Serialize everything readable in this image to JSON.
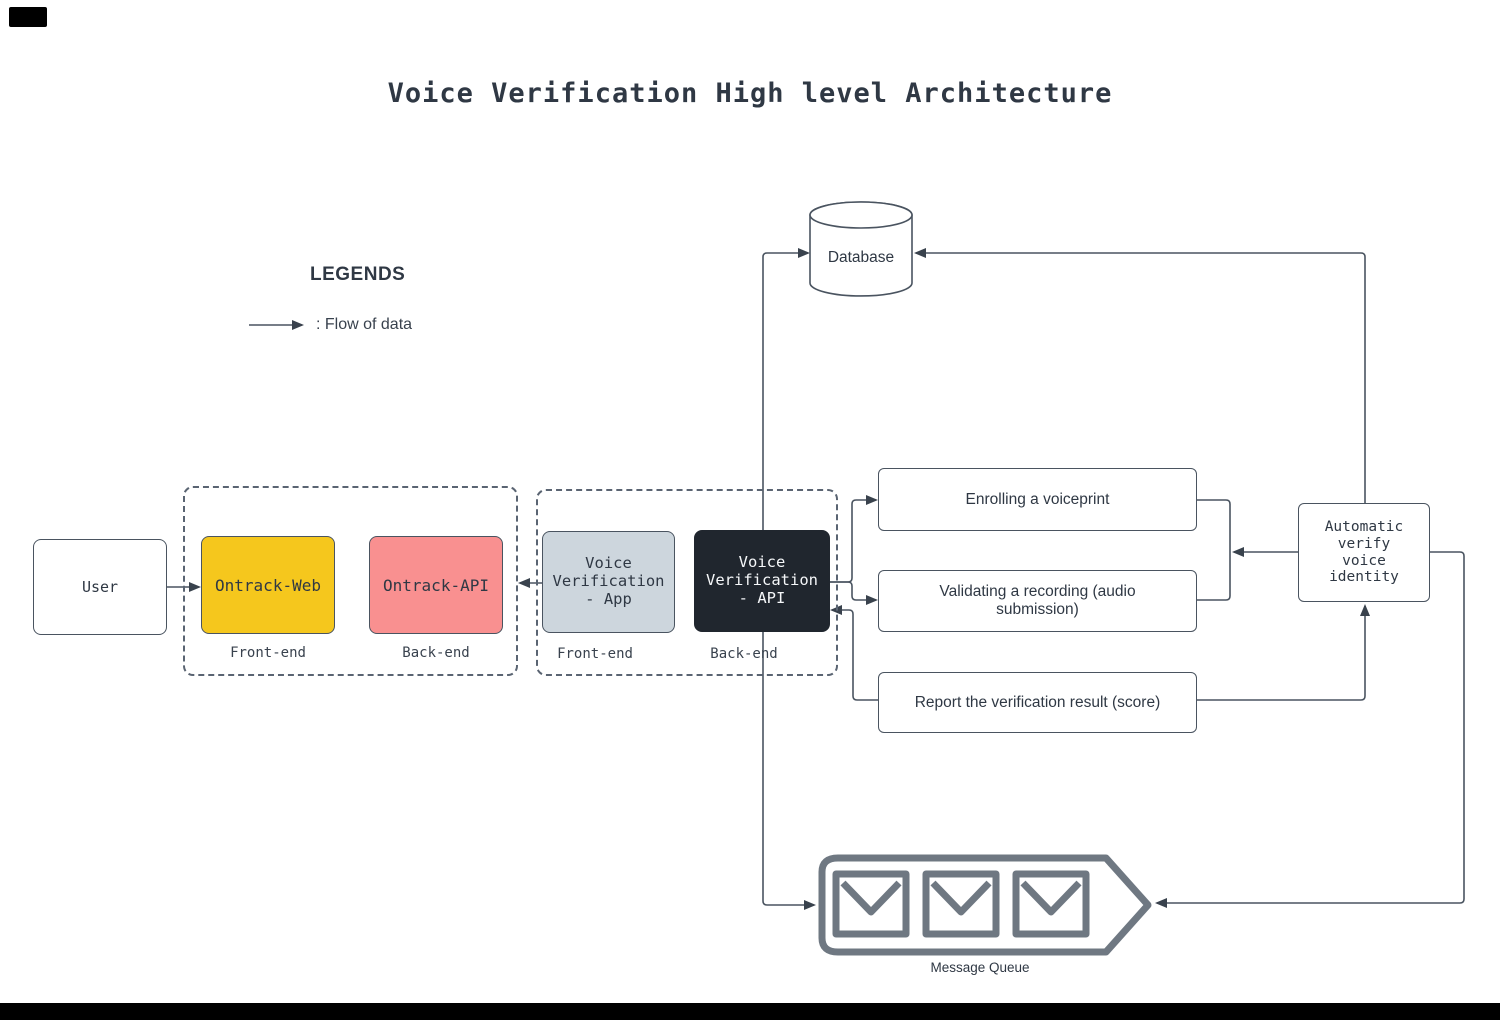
{
  "title": "Voice Verification High level Architecture",
  "legend": {
    "heading": "LEGENDS",
    "arrow_label": ": Flow of data"
  },
  "nodes": {
    "user": {
      "label": "User"
    },
    "ontrack_web": {
      "label": "Ontrack-Web",
      "sublabel": "Front-end"
    },
    "ontrack_api": {
      "label": "Ontrack-API",
      "sublabel": "Back-end"
    },
    "vv_app": {
      "label": "Voice\nVerification\n- App",
      "sublabel": "Front-end"
    },
    "vv_api": {
      "label": "Voice\nVerification\n- API",
      "sublabel": "Back-end"
    },
    "database": {
      "label": "Database"
    },
    "enrolling": {
      "label": "Enrolling a voiceprint"
    },
    "validating": {
      "label": "Validating a recording (audio submission)"
    },
    "report": {
      "label": "Report the verification result (score)"
    },
    "auto_verify": {
      "label": "Automatic\nverify\nvoice\nidentity"
    },
    "message_queue": {
      "label": "Message Queue"
    }
  },
  "connections": [
    {
      "from": "User",
      "to": "Ontrack-Web"
    },
    {
      "from": "Voice Verification - App",
      "to": "Ontrack-API"
    },
    {
      "from": "Voice Verification - API",
      "to": "Database"
    },
    {
      "from": "Voice Verification - API",
      "to": "Message Queue"
    },
    {
      "from": "Voice Verification - API",
      "to": "Enrolling a voiceprint"
    },
    {
      "from": "Voice Verification - API",
      "to": "Validating a recording (audio submission)"
    },
    {
      "from": "Report the verification result (score)",
      "to": "Voice Verification - API"
    },
    {
      "from": "Report the verification result (score)",
      "to": "Automatic verify voice identity"
    },
    {
      "from": "Automatic verify voice identity",
      "to": "Enrolling a voiceprint / Validating a recording"
    },
    {
      "from": "Automatic verify voice identity",
      "to": "Database"
    },
    {
      "from": "Automatic verify voice identity",
      "to": "Message Queue"
    }
  ],
  "colors": {
    "yellow": "#F5C71D",
    "salmon": "#F99090",
    "lightgray": "#CDD6DD",
    "dark": "#20262E",
    "line": "#4A5460",
    "arrow": "#39424D",
    "border": "#4A5460",
    "dashed": "#5A6472",
    "queue_gray": "#6F7882",
    "text": "#2F3844",
    "text_light": "#F5F7F9"
  }
}
